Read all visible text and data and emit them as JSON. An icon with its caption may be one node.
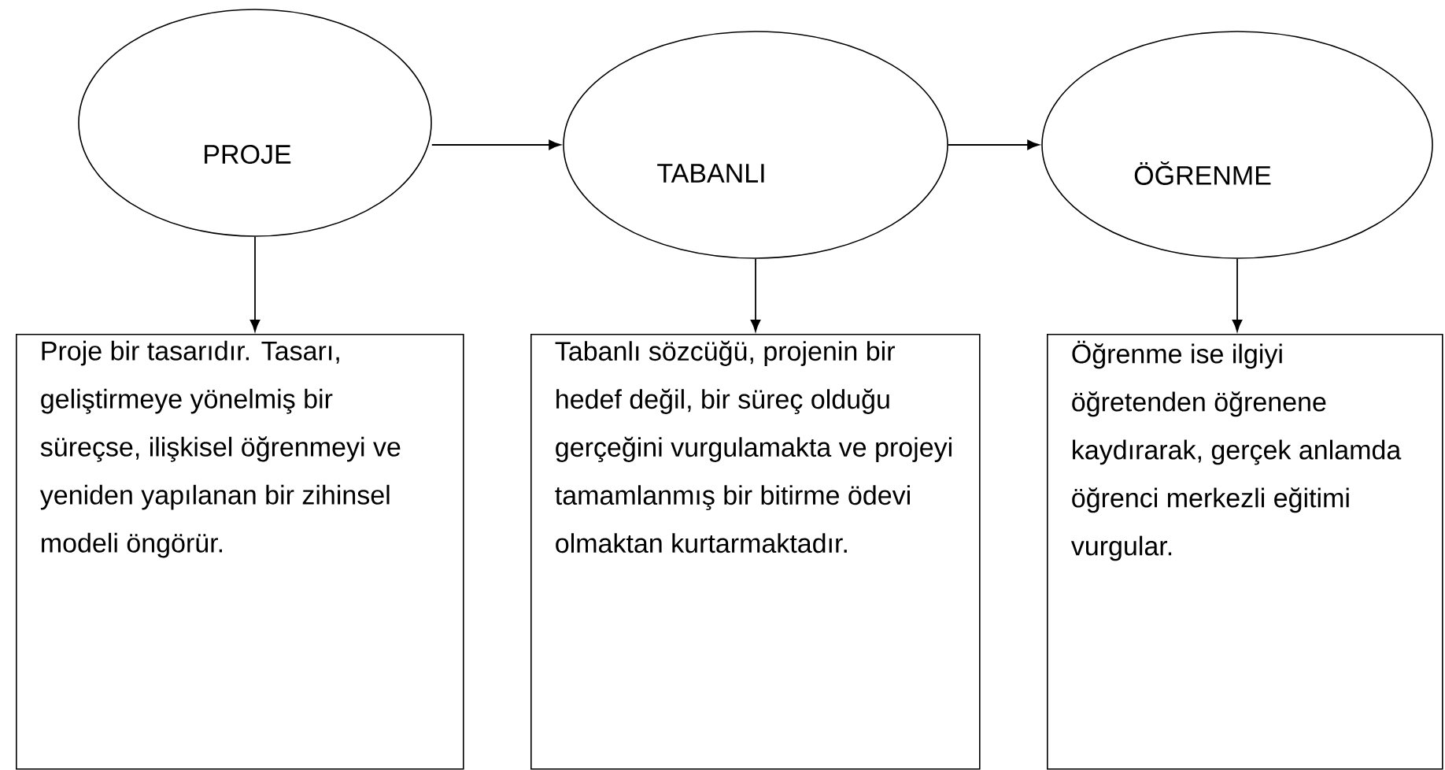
{
  "diagram": {
    "nodes": [
      {
        "text": [
          "PROJE"
        ]
      },
      {
        "text": [
          "TABANLI"
        ]
      },
      {
        "text": [
          "ÖĞRENME"
        ]
      },
      {
        "text": [
          "Proje bir tasarıdır. Tasarı, geliştirmeye yönelmiş bir süreçse, ilişkisel öğrenmeyi ve yeniden yapılanan bir zihinsel modeli öngörür."
        ]
      },
      {
        "text": [
          "Tabanlı sözcüğü, projenin bir hedef değil, bir süreç olduğu gerçeğini vurgulamakta ve projeyi tamamlanmış bir bitirme ödevi olmaktan kurtarmaktadır."
        ]
      },
      {
        "text": [
          "Öğrenme ise ilgiyi öğretenden öğrenene kaydırarak, gerçek anlamda öğrenci merkezli eğitimi vurgular."
        ]
      }
    ],
    "edges": [
      {
        "from": 0,
        "to": 1,
        "arrow": "to"
      },
      {
        "from": 1,
        "to": 2,
        "arrow": "to"
      },
      {
        "from": 0,
        "to": 3,
        "arrow": "to"
      },
      {
        "from": 1,
        "to": 4,
        "arrow": "to"
      },
      {
        "from": 2,
        "to": 5,
        "arrow": "to"
      }
    ]
  }
}
